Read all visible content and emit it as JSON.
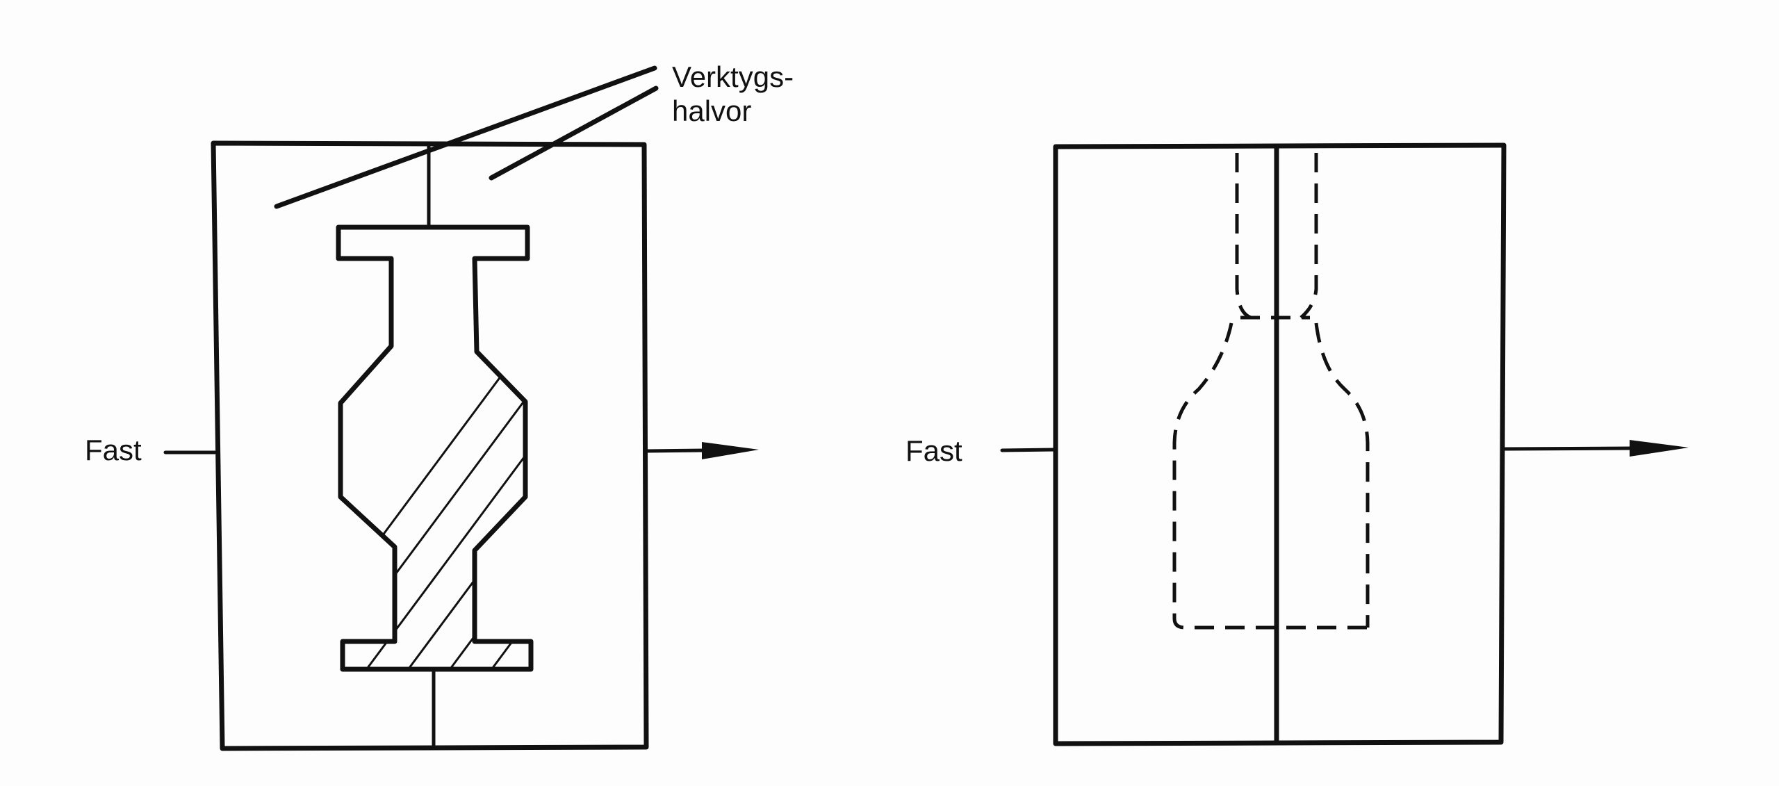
{
  "left_figure": {
    "fixed_label": "Fast",
    "callout_label_line1": "Verktygs-",
    "callout_label_line2": "halvor"
  },
  "right_figure": {
    "fixed_label": "Fast"
  }
}
